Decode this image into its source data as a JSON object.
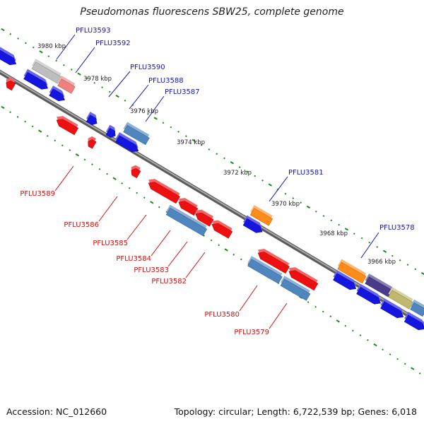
{
  "title": "Pseudomonas fluorescens SBW25, complete genome",
  "footer": {
    "accession": "Accession: NC_012660",
    "summary": "Topology: circular; Length: 6,722,539 bp; Genes: 6,018"
  },
  "colors": {
    "backbone": "#7a7a7a",
    "tick": "#1a8a1a",
    "forward_label": "#1515b0",
    "reverse_label": "#cc1010",
    "blue_gene": "#1515e0",
    "red_gene": "#ee1010",
    "steel": "#4f86bf",
    "orange": "#ff8c1a",
    "purple": "#4a3a8a",
    "khaki": "#bfb86e",
    "gray": "#bdbdbd",
    "pink": "#f08080"
  },
  "scale_labels": [
    {
      "text": "3980 kbp"
    },
    {
      "text": "3978 kbp"
    },
    {
      "text": "3976 kbp"
    },
    {
      "text": "3974 kbp"
    },
    {
      "text": "3972 kbp"
    },
    {
      "text": "3970 kbp"
    },
    {
      "text": "3968 kbp"
    },
    {
      "text": "3966 kbp"
    }
  ],
  "gene_labels_forward": [
    "PFLU3593",
    "PFLU3592",
    "PFLU3590",
    "PFLU3588",
    "PFLU3587",
    "PFLU3581",
    "PFLU3578"
  ],
  "gene_labels_reverse": [
    "PFLU3589",
    "PFLU3586",
    "PFLU3585",
    "PFLU3584",
    "PFLU3583",
    "PFLU3582",
    "PFLU3580",
    "PFLU3579"
  ]
}
